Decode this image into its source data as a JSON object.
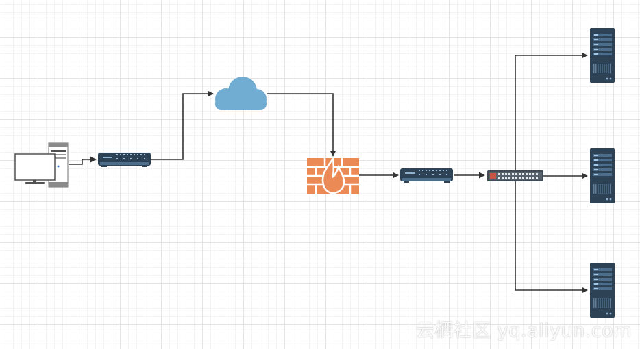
{
  "diagram": {
    "nodes": [
      {
        "id": "client",
        "icon": "desktop-computer-icon"
      },
      {
        "id": "modem",
        "icon": "modem-icon"
      },
      {
        "id": "internet",
        "icon": "cloud-icon"
      },
      {
        "id": "firewall",
        "icon": "firewall-icon"
      },
      {
        "id": "router",
        "icon": "router-icon"
      },
      {
        "id": "switch",
        "icon": "network-switch-icon"
      },
      {
        "id": "server-1",
        "icon": "rack-server-icon"
      },
      {
        "id": "server-2",
        "icon": "rack-server-icon"
      },
      {
        "id": "server-3",
        "icon": "rack-server-icon"
      }
    ],
    "edges": [
      {
        "from": "client",
        "to": "modem"
      },
      {
        "from": "modem",
        "to": "internet"
      },
      {
        "from": "internet",
        "to": "firewall"
      },
      {
        "from": "firewall",
        "to": "router"
      },
      {
        "from": "router",
        "to": "switch"
      },
      {
        "from": "switch",
        "to": "server-1"
      },
      {
        "from": "switch",
        "to": "server-2"
      },
      {
        "from": "switch",
        "to": "server-3"
      }
    ]
  },
  "colors": {
    "edge": "#333333",
    "device_dark": "#2e4256",
    "device_light": "#5a7fa1",
    "cloud": "#71acd2",
    "firewall": "#ec8a56",
    "grid": "#e4e4e4"
  },
  "watermark": "云栖社区 yq.aliyun.com"
}
